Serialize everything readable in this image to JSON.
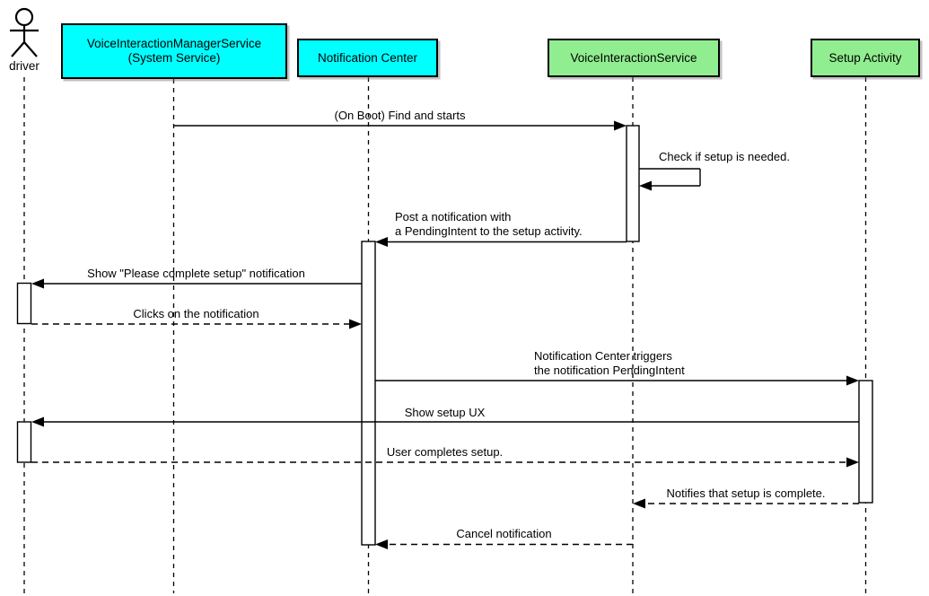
{
  "participants": {
    "driver": {
      "label": "driver"
    },
    "vims": {
      "line1": "VoiceInteractionManagerService",
      "line2": "(System Service)",
      "color": "#00ffff"
    },
    "notification_center": {
      "label": "Notification Center",
      "color": "#00ffff"
    },
    "vis": {
      "label": "VoiceInteractionService",
      "color": "#90ee90"
    },
    "setup_activity": {
      "label": "Setup Activity",
      "color": "#90ee90"
    }
  },
  "messages": {
    "on_boot": {
      "label": "(On Boot) Find and starts",
      "style": "solid"
    },
    "check_setup": {
      "label": "Check if setup is needed.",
      "style": "self-solid"
    },
    "post_notification": {
      "line1": "Post a notification with",
      "line2": "a PendingIntent to the setup activity.",
      "style": "solid"
    },
    "show_notification": {
      "label": "Show \"Please complete setup\" notification",
      "style": "solid"
    },
    "click_notification": {
      "label": "Clicks on the notification",
      "style": "dashed"
    },
    "trigger_intent": {
      "line1": "Notification Center triggers",
      "line2": "the notification PendingIntent",
      "style": "solid"
    },
    "show_setup_ux": {
      "label": "Show setup UX",
      "style": "solid"
    },
    "user_completes": {
      "label": "User completes setup.",
      "style": "dashed"
    },
    "notify_complete": {
      "label": "Notifies that setup is complete.",
      "style": "dashed"
    },
    "cancel_notification": {
      "label": "Cancel notification",
      "style": "dashed"
    }
  },
  "colors": {
    "participant_cyan": "#00ffff",
    "participant_green": "#90ee90",
    "line": "#000000",
    "background": "#ffffff"
  }
}
